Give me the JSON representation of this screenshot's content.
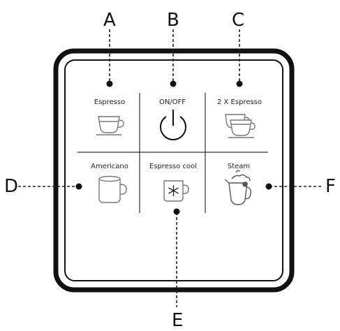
{
  "callouts": {
    "a": "A",
    "b": "B",
    "c": "C",
    "d": "D",
    "e": "E",
    "f": "F"
  },
  "buttons": [
    {
      "key": "espresso",
      "label": "Espresso",
      "icon": "espresso-cup-icon"
    },
    {
      "key": "power",
      "label": "ON/OFF",
      "icon": "power-icon"
    },
    {
      "key": "double-espresso",
      "label": "2 X Espresso",
      "icon": "double-cup-icon"
    },
    {
      "key": "americano",
      "label": "Americano",
      "icon": "mug-icon"
    },
    {
      "key": "espresso-cool",
      "label": "Espresso cool",
      "icon": "snowflake-mug-icon"
    },
    {
      "key": "steam",
      "label": "Steam",
      "icon": "milk-jug-icon"
    }
  ]
}
